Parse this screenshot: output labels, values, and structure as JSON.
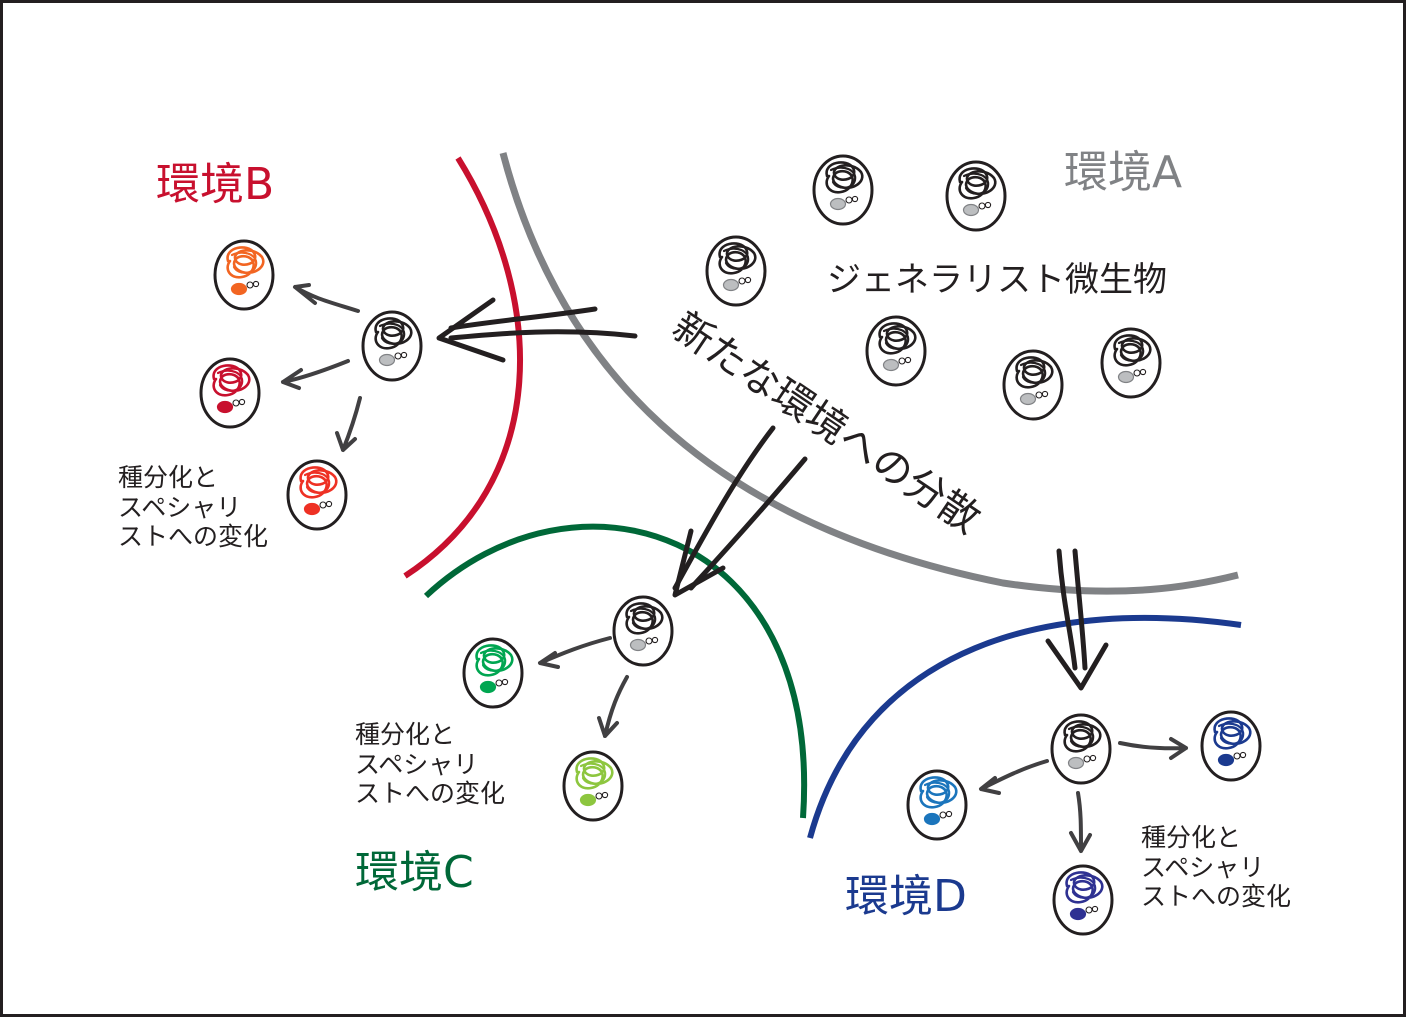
{
  "environments": {
    "a": {
      "label": "環境A",
      "color": "#808285"
    },
    "b": {
      "label": "環境B",
      "color": "#c8102e"
    },
    "c": {
      "label": "環境C",
      "color": "#006838"
    },
    "d": {
      "label": "環境D",
      "color": "#1b3a8f"
    }
  },
  "generalist_label": "ジェネラリスト微生物",
  "dispersal_label": "新たな環境への分散",
  "speciation_notes": {
    "b": "種分化と\nスペシャリ\nストへの変化",
    "c": "種分化と\nスペシャリ\nストへの変化",
    "d": "種分化と\nスペシャリ\nストへの変化"
  },
  "cells": {
    "generalist_color": "#231f20",
    "specialists_b": [
      "#f26522",
      "#c8102e",
      "#ee3124"
    ],
    "specialists_c": [
      "#00a651",
      "#8dc63f"
    ],
    "specialists_d": [
      "#1b3a8f",
      "#1b75bc",
      "#2e3192"
    ]
  }
}
